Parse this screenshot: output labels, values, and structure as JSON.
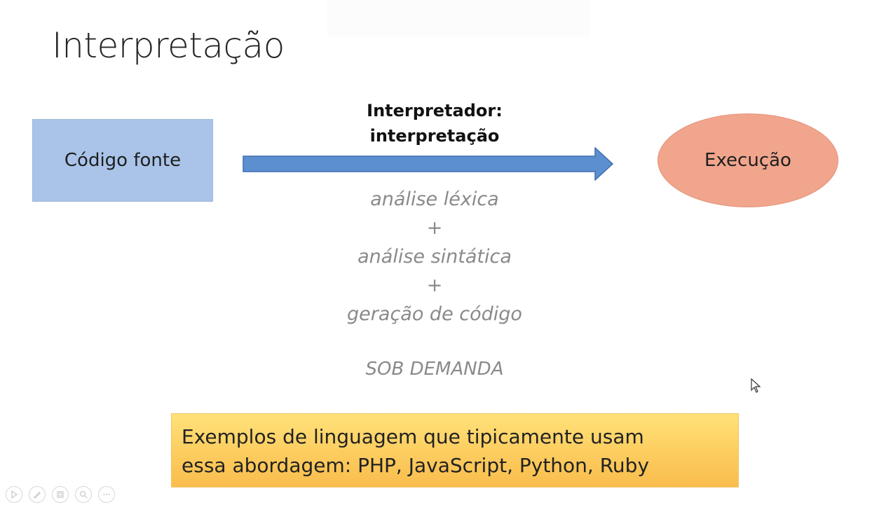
{
  "slide": {
    "title": "Interpretação",
    "source_box": {
      "label": "Código fonte",
      "color": "#a9c4e8"
    },
    "interpreter": {
      "line1": "Interpretador:",
      "line2": "interpretação",
      "arrow_color": "#4f81bd"
    },
    "execution_box": {
      "label": "Execução",
      "color": "#f0a58c"
    },
    "steps": [
      "análise léxica",
      "+",
      "análise sintática",
      "+",
      "geração de código"
    ],
    "on_demand": "SOB DEMANDA",
    "examples": {
      "line1": "Exemplos de linguagem que tipicamente usam",
      "line2": "essa abordagem: PHP, JavaScript, Python, Ruby",
      "color": "#fdd063"
    }
  },
  "presenter_controls": [
    {
      "icon": "play-icon"
    },
    {
      "icon": "pen-icon"
    },
    {
      "icon": "slides-icon"
    },
    {
      "icon": "zoom-icon"
    },
    {
      "icon": "more-icon"
    }
  ]
}
